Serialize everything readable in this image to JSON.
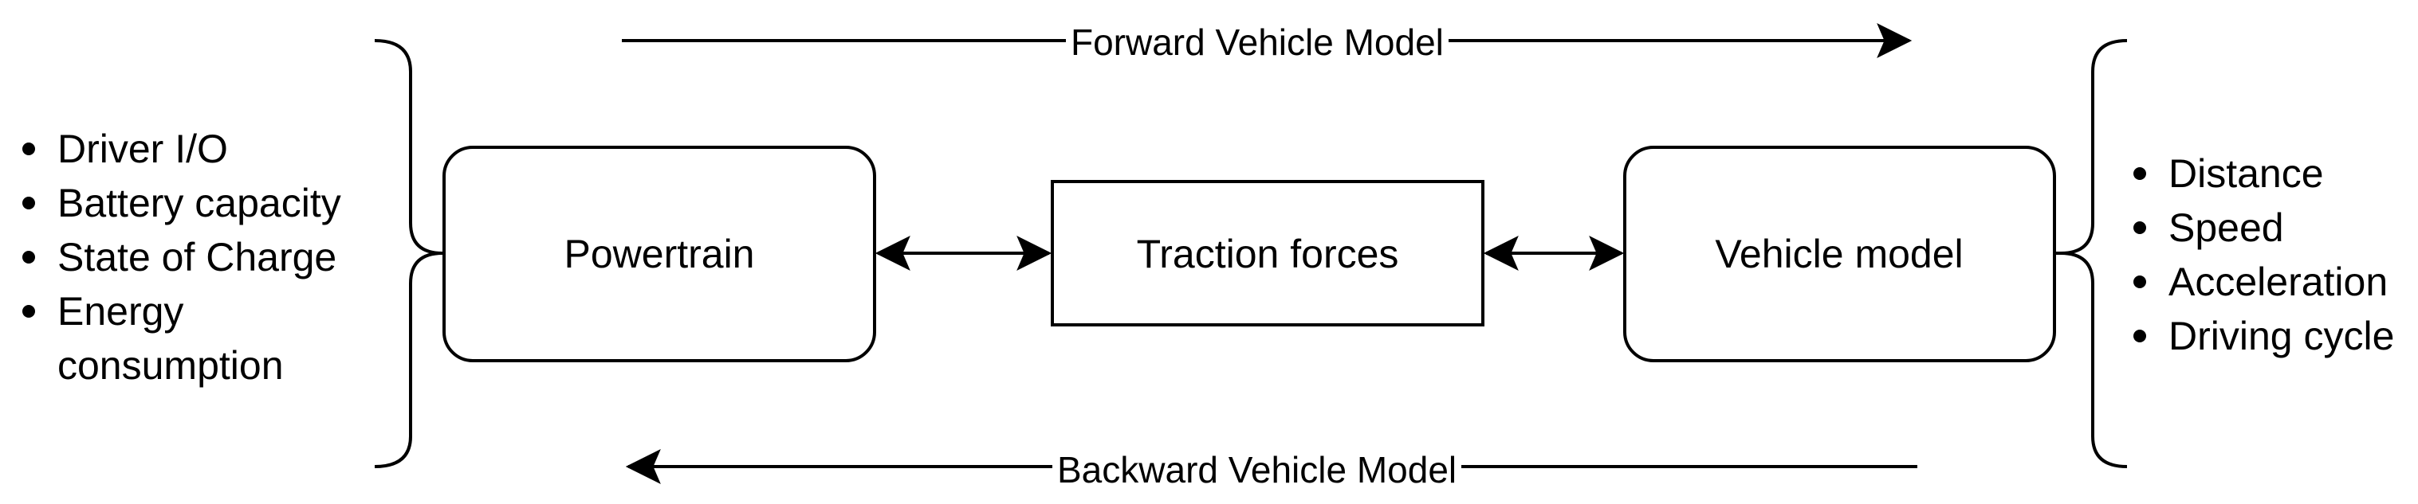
{
  "forward_label": "Forward Vehicle Model",
  "backward_label": "Backward Vehicle Model",
  "boxes": {
    "powertrain": "Powertrain",
    "traction": "Traction forces",
    "vehicle": "Vehicle model"
  },
  "left_list": [
    "Driver I/O",
    "Battery capacity",
    "State of Charge",
    "Energy consumption"
  ],
  "right_list": [
    "Distance",
    "Speed",
    "Acceleration",
    "Driving cycle"
  ]
}
